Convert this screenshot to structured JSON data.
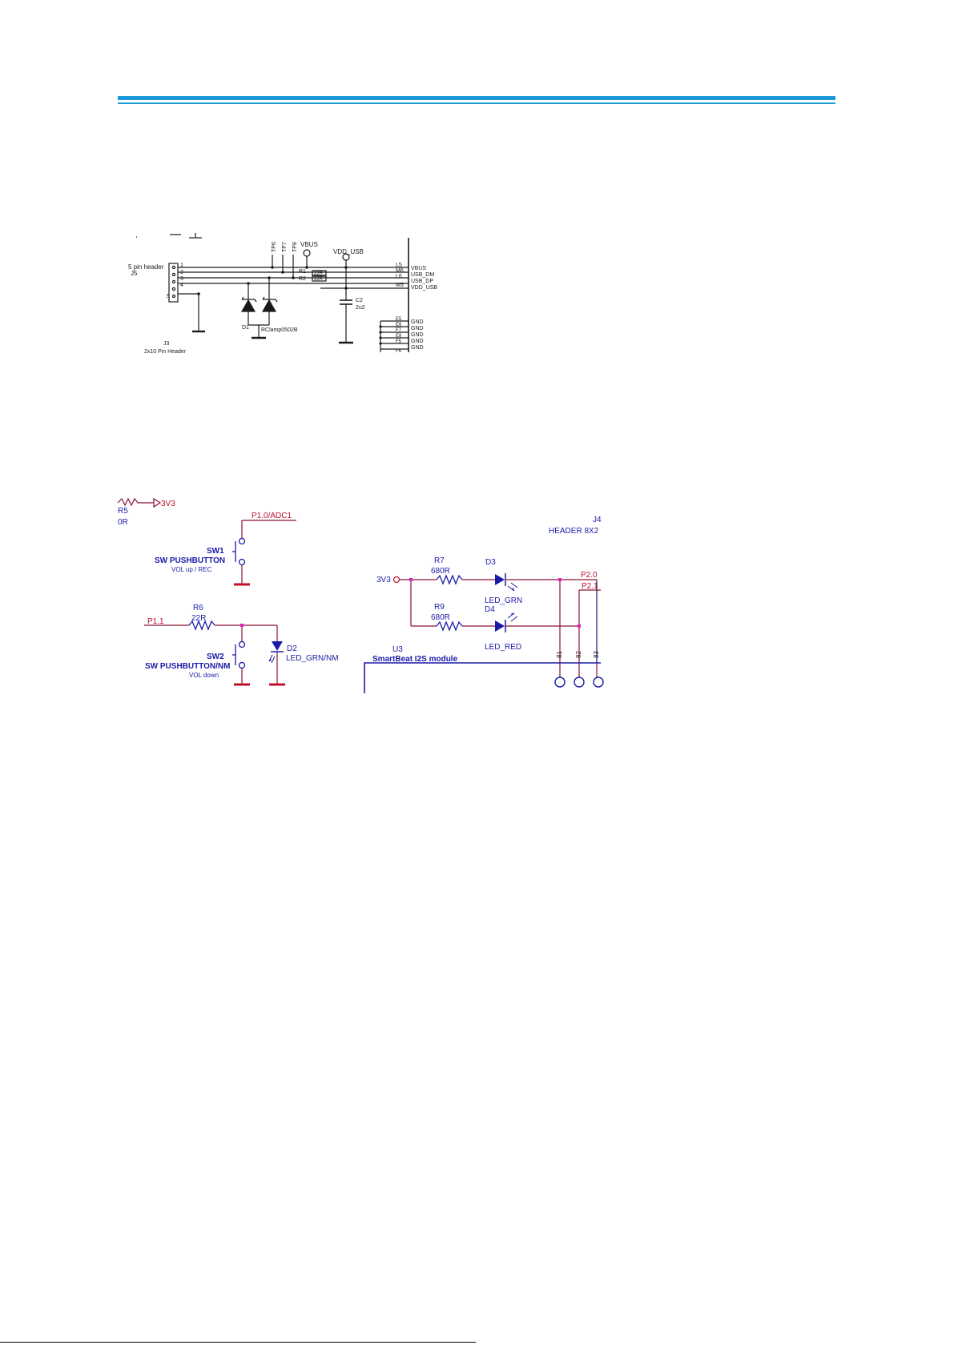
{
  "colors": {
    "header_rule": "#1a9ad6",
    "schematic_black": "#1a1a1a",
    "schematic_blue": "#1a1aa8",
    "net_red": "#c0102e",
    "wire_dark_red": "#8a1030",
    "junction_magenta": "#e020c0"
  },
  "usb_schematic": {
    "header_5pin_label": "5 pin header",
    "header_5pin_ref": "J5",
    "pin_numbers": [
      "1",
      "2",
      "3",
      "4",
      "5"
    ],
    "header_2x10_ref": "J3",
    "header_2x10_label": "2x10 Pin Header",
    "test_points": [
      "TP6",
      "TP7",
      "TP8"
    ],
    "vbus_label": "VBUS",
    "vdd_usb_label": "VDD_USB",
    "r1_ref": "R1",
    "r1_value": "22R",
    "r2_ref": "R2",
    "r2_value": "22R",
    "c2_ref": "C2",
    "c2_value": "2u2",
    "d1_ref": "D1",
    "d1_part": "RClamp0502B",
    "module_pins": [
      "L5",
      "M6",
      "L6",
      "M5"
    ],
    "module_nets": [
      "VBUS",
      "USB_DM",
      "USB_DP",
      "VDD_USB"
    ],
    "gnd_pins": [
      "E5",
      "E6",
      "F7",
      "E8",
      "F5",
      "F6"
    ],
    "gnd_label": "GND"
  },
  "button_schematic": {
    "r5_ref": "R5",
    "r5_value": "0R",
    "supply_3v3": "3V3",
    "net_p10": "P1.0/ADC1",
    "sw1_ref": "SW1",
    "sw1_part": "SW PUSHBUTTON",
    "sw1_function": "VOL up / REC",
    "net_p11": "P1.1",
    "r6_ref": "R6",
    "r6_value": "22R",
    "sw2_ref": "SW2",
    "sw2_part": "SW PUSHBUTTON/NM",
    "sw2_function": "VOL down",
    "d2_ref": "D2",
    "d2_part": "LED_GRN/NM",
    "j4_ref": "J4",
    "j4_part": "HEADER 8X2",
    "r7_ref": "R7",
    "r7_value": "680R",
    "d3_ref": "D3",
    "d3_part": "LED_GRN",
    "r9_ref": "R9",
    "r9_value": "680R",
    "d4_ref": "D4",
    "d4_part": "LED_RED",
    "net_p20": "P2.0",
    "net_p21": "P2.1",
    "u3_ref": "U3",
    "u3_part": "SmartBeat I2S module",
    "module_pins": [
      "81",
      "82",
      "83"
    ]
  }
}
